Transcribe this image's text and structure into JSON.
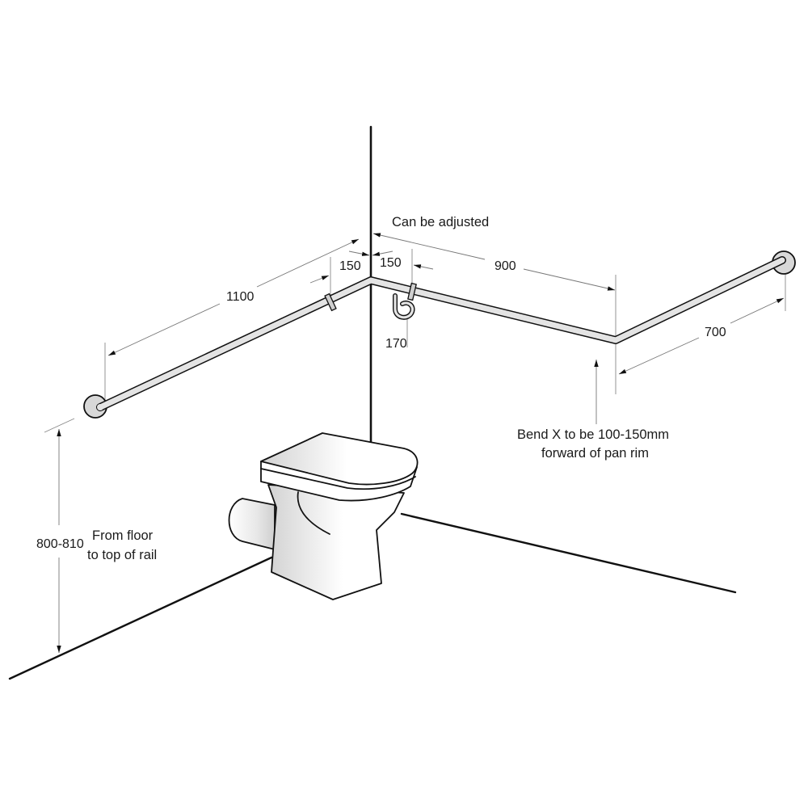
{
  "diagram": {
    "type": "isometric installation drawing",
    "subject": "Corner grab rail beside back-to-wall toilet pan"
  },
  "dimensions": {
    "left_run": "1100",
    "left_offset": "150",
    "right_offset": "150",
    "right_run": "900",
    "return_run": "700",
    "bracket_drop": "170",
    "height": "800-810"
  },
  "notes": {
    "adjust": "Can be adjusted",
    "height_line1": "From floor",
    "height_line2": "to top of rail",
    "bend_line1": "Bend X to be 100-150mm",
    "bend_line2": "forward of pan rim"
  },
  "colors": {
    "ink": "#111111",
    "dimension_line": "#777777",
    "rail_fill": "#e4e4e4",
    "flange_fill": "#d8d8d8",
    "background": "#ffffff"
  }
}
